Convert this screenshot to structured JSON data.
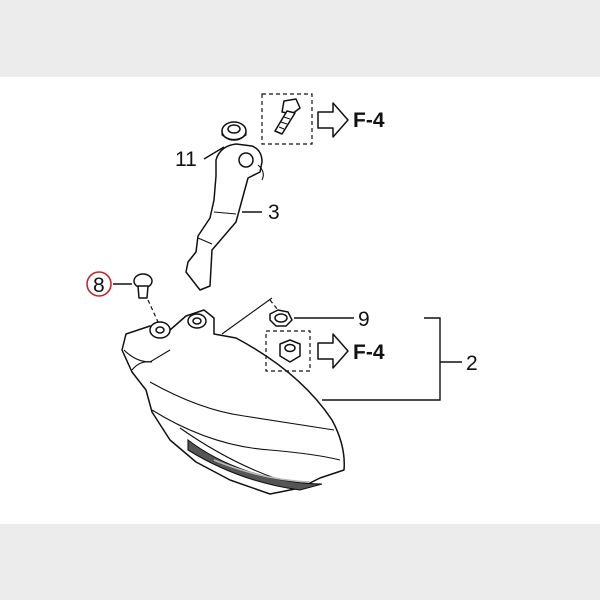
{
  "diagram": {
    "callouts": {
      "part_11": "11",
      "part_3": "3",
      "part_8": "8",
      "part_9": "9",
      "part_2": "2"
    },
    "references": {
      "top": "F-4",
      "middle": "F-4"
    },
    "highlight_color": "#c0282d",
    "background_color": "#ececec",
    "panel_color": "#ffffff"
  }
}
